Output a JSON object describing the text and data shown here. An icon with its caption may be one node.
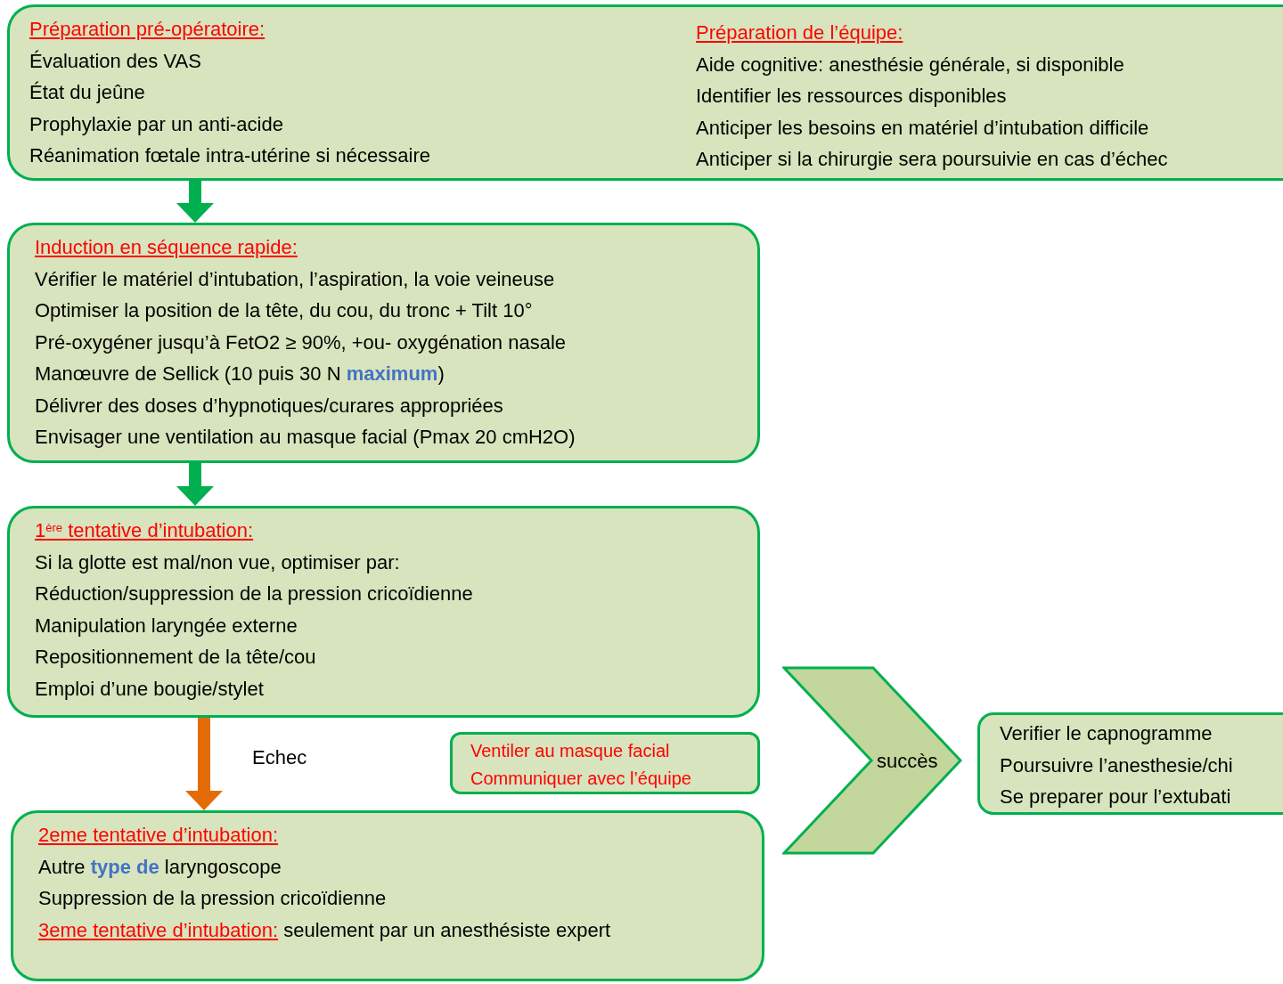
{
  "diagram": {
    "nodes": [
      {
        "text": [
          "Préparation pré-opératoire:",
          "Évaluation des VAS",
          "État du jeûne",
          "Prophylaxie par un anti-acide",
          "Réanimation fœtale intra-utérine si nécessaire",
          "Préparation de l’équipe:",
          "Aide cognitive: anesthésie générale, si disponible",
          "Identifier les ressources disponibles",
          "Anticiper les besoins en matériel d’intubation difficile",
          "Anticiper si la chirurgie sera poursuivie en cas d’échec"
        ]
      },
      {
        "text": [
          "Induction en séquence rapide:",
          "Vérifier le matériel d’intubation, l’aspiration, la voie veineuse",
          "Optimiser la position de la tête, du cou, du tronc + Tilt 10°",
          "Pré-oxygéner jusqu’à FetO2 ≥ 90%, +ou- oxygénation nasale",
          "Manœuvre de Sellick (10 puis 30 N **maximum**)",
          "Délivrer des doses d’hypnotiques/curares appropriées",
          "Envisager une ventilation au masque facial (Pmax 20 cmH2O)"
        ]
      },
      {
        "text": [
          "1$^{ère}$ tentative d’intubation:",
          "Si la glotte est mal/non vue, optimiser par:",
          "Réduction/suppression de la pression cricoïdienne",
          "Manipulation laryngée externe",
          "Repositionnement de la tête/cou",
          "Emploi d’une bougie/stylet"
        ]
      },
      {
        "text": [
          "Ventiler au masque facial",
          "Communiquer avec l’équipe"
        ]
      },
      {
        "text": [
          "2eme tentative d’intubation:",
          "Autre **type de** laryngoscope",
          "Suppression de la pression cricoïdienne",
          "3eme tentative d’intubation:",
          "seulement par un anesthésiste expert"
        ]
      },
      {
        "text": [
          "succès"
        ]
      },
      {
        "text": [
          "Verifier le capnogramme",
          "Poursuivre l’anesthesie/chi",
          "Se preparer pour l’extubati"
        ]
      }
    ],
    "edges": [
      {
        "from": 0,
        "to": 1,
        "arrow": "to"
      },
      {
        "from": 1,
        "to": 2,
        "arrow": "to"
      },
      {
        "from": 2,
        "to": 4,
        "arrow": "to",
        "label": "Echec",
        "color": "#e36c09"
      }
    ]
  }
}
